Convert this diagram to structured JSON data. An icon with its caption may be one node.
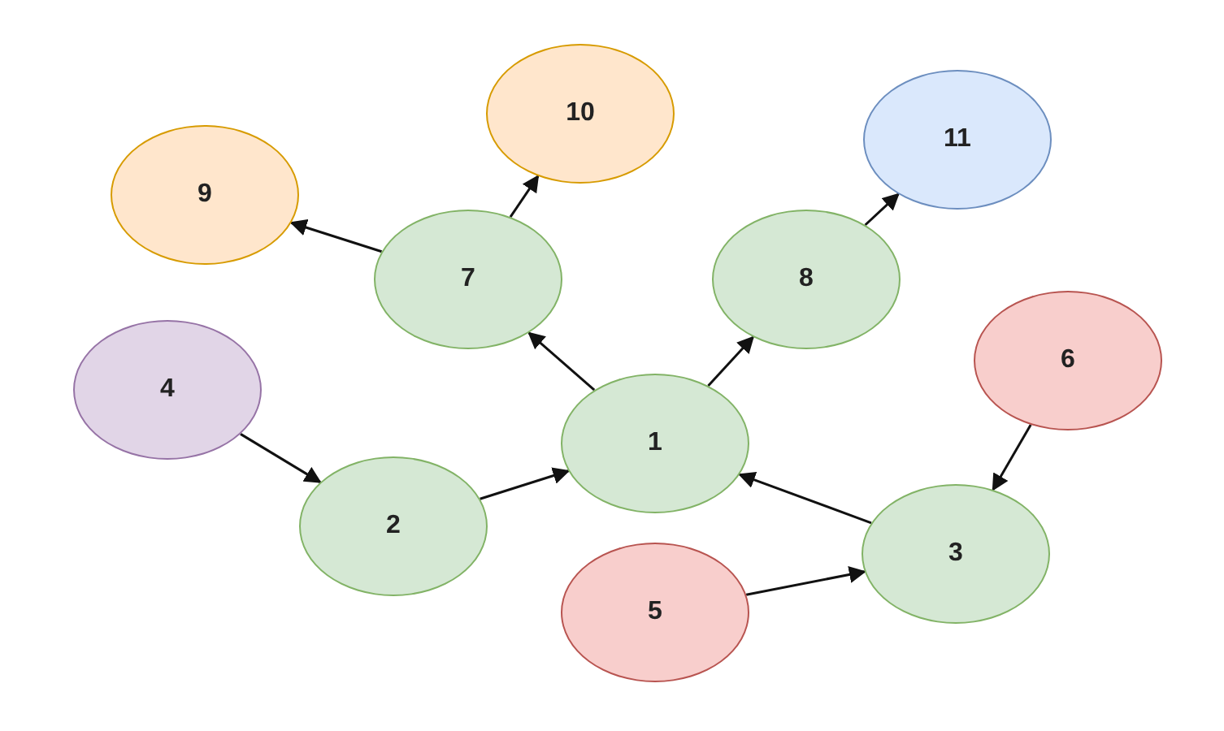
{
  "diagram": {
    "nodes": [
      {
        "text": [
          "1"
        ]
      },
      {
        "text": [
          "2"
        ]
      },
      {
        "text": [
          "3"
        ]
      },
      {
        "text": [
          "4"
        ]
      },
      {
        "text": [
          "5"
        ]
      },
      {
        "text": [
          "6"
        ]
      },
      {
        "text": [
          "7"
        ]
      },
      {
        "text": [
          "8"
        ]
      },
      {
        "text": [
          "9"
        ]
      },
      {
        "text": [
          "10"
        ]
      },
      {
        "text": [
          "11"
        ]
      }
    ],
    "edges": [
      {
        "from": 3,
        "to": 1,
        "arrow": "to"
      },
      {
        "from": 1,
        "to": 0,
        "arrow": "to"
      },
      {
        "from": 0,
        "to": 6,
        "arrow": "to"
      },
      {
        "from": 0,
        "to": 7,
        "arrow": "to"
      },
      {
        "from": 7,
        "to": 10,
        "arrow": "to"
      },
      {
        "from": 6,
        "to": 8,
        "arrow": "to"
      },
      {
        "from": 6,
        "to": 9,
        "arrow": "to"
      },
      {
        "from": 2,
        "to": 0,
        "arrow": "to"
      },
      {
        "from": 5,
        "to": 2,
        "arrow": "to"
      },
      {
        "from": 4,
        "to": 2,
        "arrow": "to"
      }
    ]
  }
}
